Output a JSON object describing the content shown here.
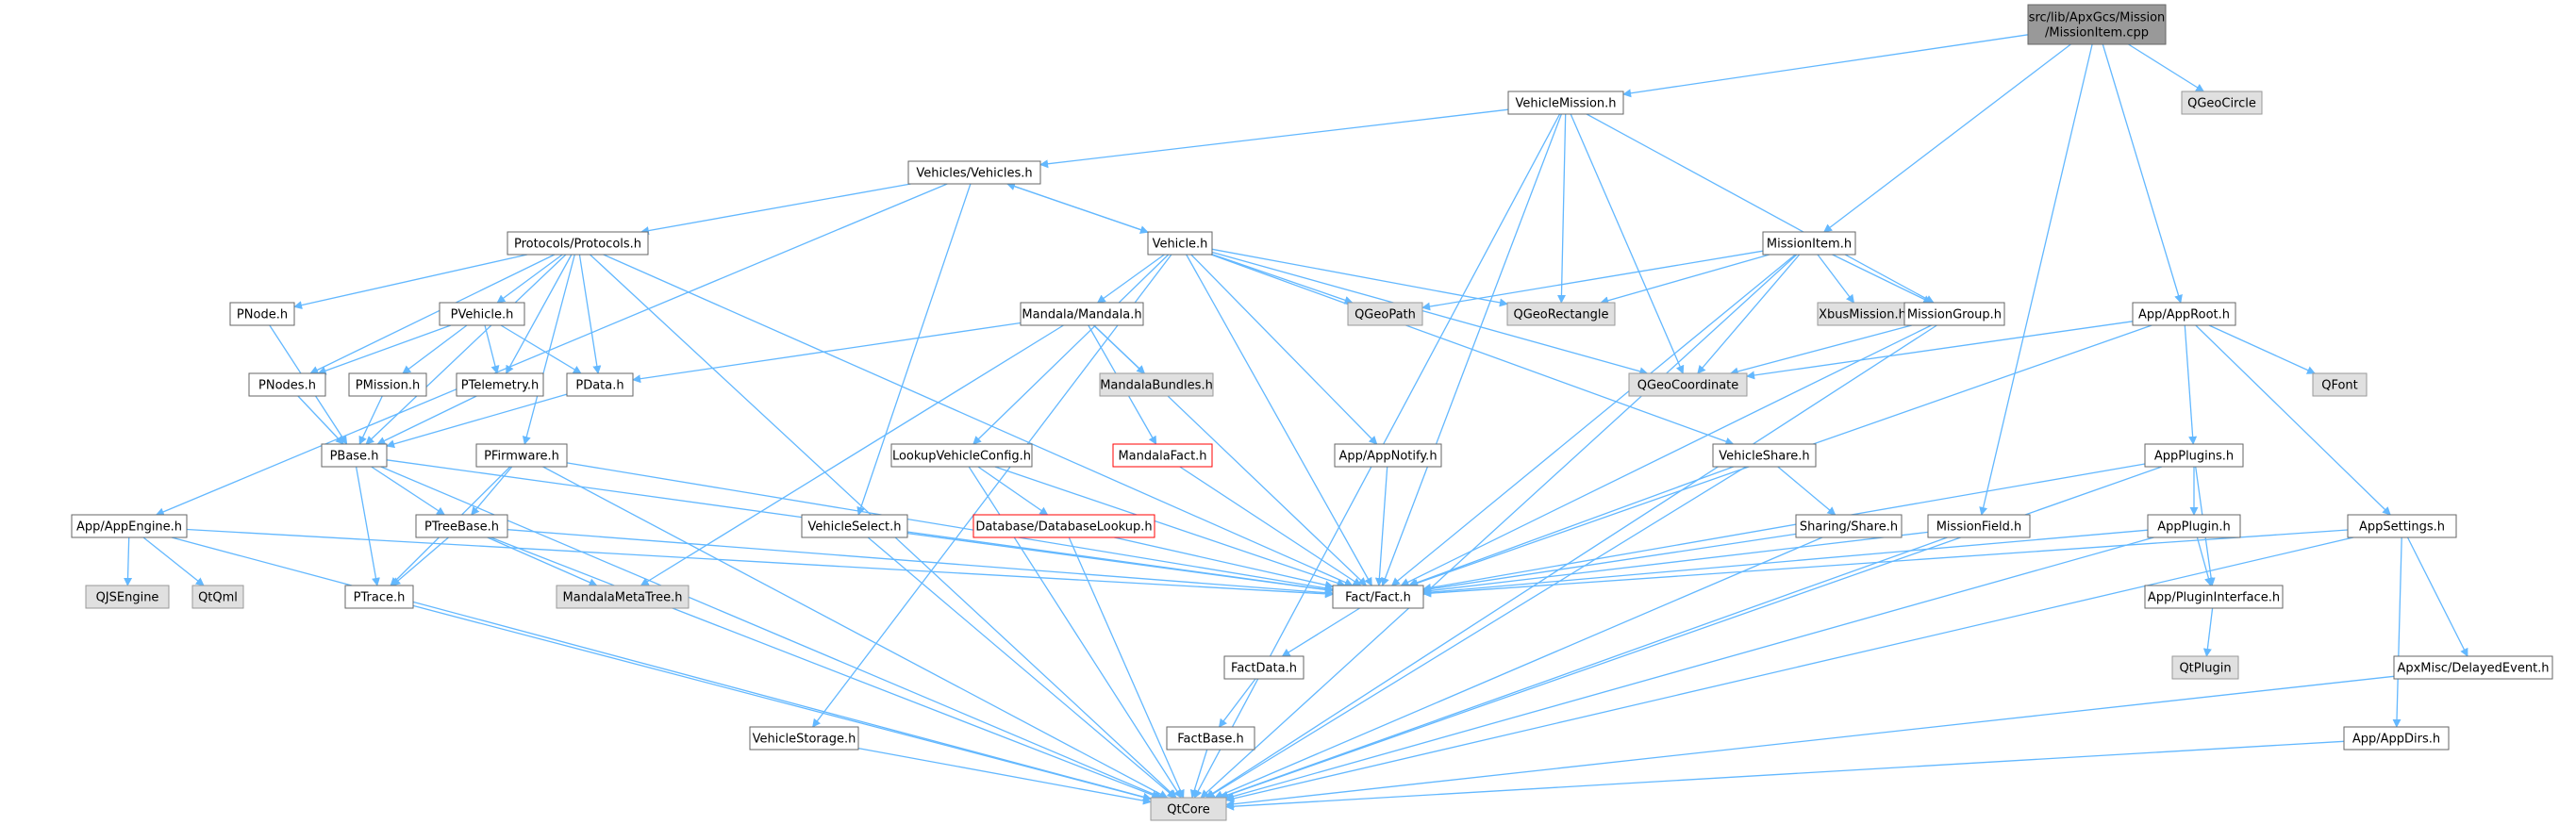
{
  "graph": {
    "colors": {
      "edge": "#63b8ff",
      "root_fill": "#999999",
      "node_fill": "#ffffff",
      "node_border": "#666666",
      "external_fill": "#e0e0e0",
      "external_border": "#999999",
      "missing_border": "#ff0000"
    },
    "nodes": [
      {
        "id": "root",
        "lines": [
          "src/lib/ApxGcs/Mission",
          "/MissionItem.cpp"
        ],
        "kind": "root"
      },
      {
        "id": "vehiclemission",
        "lines": [
          "VehicleMission.h"
        ],
        "kind": "normal"
      },
      {
        "id": "qgeocircle",
        "lines": [
          "QGeoCircle"
        ],
        "kind": "external"
      },
      {
        "id": "vehicles",
        "lines": [
          "Vehicles/Vehicles.h"
        ],
        "kind": "normal"
      },
      {
        "id": "protocols",
        "lines": [
          "Protocols/Protocols.h"
        ],
        "kind": "normal"
      },
      {
        "id": "vehicle",
        "lines": [
          "Vehicle.h"
        ],
        "kind": "normal"
      },
      {
        "id": "missionitem",
        "lines": [
          "MissionItem.h"
        ],
        "kind": "normal"
      },
      {
        "id": "pnode",
        "lines": [
          "PNode.h"
        ],
        "kind": "normal"
      },
      {
        "id": "pvehicle",
        "lines": [
          "PVehicle.h"
        ],
        "kind": "normal"
      },
      {
        "id": "mandala",
        "lines": [
          "Mandala/Mandala.h"
        ],
        "kind": "normal"
      },
      {
        "id": "qgeopath",
        "lines": [
          "QGeoPath"
        ],
        "kind": "external"
      },
      {
        "id": "qgeorectangle",
        "lines": [
          "QGeoRectangle"
        ],
        "kind": "external"
      },
      {
        "id": "xbusmission",
        "lines": [
          "XbusMission.h"
        ],
        "kind": "external"
      },
      {
        "id": "missiongroup",
        "lines": [
          "MissionGroup.h"
        ],
        "kind": "normal"
      },
      {
        "id": "approot",
        "lines": [
          "App/AppRoot.h"
        ],
        "kind": "normal"
      },
      {
        "id": "pnodes",
        "lines": [
          "PNodes.h"
        ],
        "kind": "normal"
      },
      {
        "id": "pmission",
        "lines": [
          "PMission.h"
        ],
        "kind": "normal"
      },
      {
        "id": "ptelemetry",
        "lines": [
          "PTelemetry.h"
        ],
        "kind": "normal"
      },
      {
        "id": "pdata",
        "lines": [
          "PData.h"
        ],
        "kind": "normal"
      },
      {
        "id": "mandalabundles",
        "lines": [
          "MandalaBundles.h"
        ],
        "kind": "external"
      },
      {
        "id": "qgeocoordinate",
        "lines": [
          "QGeoCoordinate"
        ],
        "kind": "external"
      },
      {
        "id": "qfont",
        "lines": [
          "QFont"
        ],
        "kind": "external"
      },
      {
        "id": "pbase",
        "lines": [
          "PBase.h"
        ],
        "kind": "normal"
      },
      {
        "id": "mandalafact",
        "lines": [
          "MandalaFact.h"
        ],
        "kind": "missing"
      },
      {
        "id": "lookupvehicleconfig",
        "lines": [
          "LookupVehicleConfig.h"
        ],
        "kind": "normal"
      },
      {
        "id": "pfirmware",
        "lines": [
          "PFirmware.h"
        ],
        "kind": "normal"
      },
      {
        "id": "appnotify",
        "lines": [
          "App/AppNotify.h"
        ],
        "kind": "normal"
      },
      {
        "id": "vehicleshare",
        "lines": [
          "VehicleShare.h"
        ],
        "kind": "normal"
      },
      {
        "id": "appplugins",
        "lines": [
          "AppPlugins.h"
        ],
        "kind": "normal"
      },
      {
        "id": "appengine",
        "lines": [
          "App/AppEngine.h"
        ],
        "kind": "normal"
      },
      {
        "id": "ptreebase",
        "lines": [
          "PTreeBase.h"
        ],
        "kind": "normal"
      },
      {
        "id": "vehicleselect",
        "lines": [
          "VehicleSelect.h"
        ],
        "kind": "normal"
      },
      {
        "id": "databaselookup",
        "lines": [
          "Database/DatabaseLookup.h"
        ],
        "kind": "missing"
      },
      {
        "id": "sharingshare",
        "lines": [
          "Sharing/Share.h"
        ],
        "kind": "normal"
      },
      {
        "id": "missionfield",
        "lines": [
          "MissionField.h"
        ],
        "kind": "normal"
      },
      {
        "id": "appplugin",
        "lines": [
          "AppPlugin.h"
        ],
        "kind": "normal"
      },
      {
        "id": "appsettings",
        "lines": [
          "AppSettings.h"
        ],
        "kind": "normal"
      },
      {
        "id": "qjsengine",
        "lines": [
          "QJSEngine"
        ],
        "kind": "external"
      },
      {
        "id": "qtqml",
        "lines": [
          "QtQml"
        ],
        "kind": "external"
      },
      {
        "id": "ptrace",
        "lines": [
          "PTrace.h"
        ],
        "kind": "normal"
      },
      {
        "id": "mandalametatree",
        "lines": [
          "MandalaMetaTree.h"
        ],
        "kind": "external"
      },
      {
        "id": "fact",
        "lines": [
          "Fact/Fact.h"
        ],
        "kind": "normal"
      },
      {
        "id": "apppluginiface",
        "lines": [
          "App/PluginInterface.h"
        ],
        "kind": "normal"
      },
      {
        "id": "factdata",
        "lines": [
          "FactData.h"
        ],
        "kind": "normal"
      },
      {
        "id": "qtplugin",
        "lines": [
          "QtPlugin"
        ],
        "kind": "external"
      },
      {
        "id": "apxmiscdelayed",
        "lines": [
          "ApxMisc/DelayedEvent.h"
        ],
        "kind": "normal"
      },
      {
        "id": "vehiclestorage",
        "lines": [
          "VehicleStorage.h"
        ],
        "kind": "normal"
      },
      {
        "id": "factbase",
        "lines": [
          "FactBase.h"
        ],
        "kind": "normal"
      },
      {
        "id": "appdirs",
        "lines": [
          "App/AppDirs.h"
        ],
        "kind": "normal"
      },
      {
        "id": "qtcore",
        "lines": [
          "QtCore"
        ],
        "kind": "external"
      }
    ],
    "edges": [
      [
        "root",
        "vehiclemission"
      ],
      [
        "root",
        "qgeocircle"
      ],
      [
        "root",
        "missionitem"
      ],
      [
        "root",
        "approot"
      ],
      [
        "root",
        "missionfield"
      ],
      [
        "vehiclemission",
        "vehicles"
      ],
      [
        "vehiclemission",
        "qtcore"
      ],
      [
        "vehiclemission",
        "fact"
      ],
      [
        "vehiclemission",
        "qgeorectangle"
      ],
      [
        "vehiclemission",
        "qgeocoordinate"
      ],
      [
        "vehiclemission",
        "missiongroup"
      ],
      [
        "vehicles",
        "protocols"
      ],
      [
        "vehicles",
        "vehicle"
      ],
      [
        "vehicles",
        "appengine"
      ],
      [
        "vehicles",
        "vehicleselect"
      ],
      [
        "vehicle",
        "vehicles"
      ],
      [
        "protocols",
        "pnode"
      ],
      [
        "protocols",
        "pvehicle"
      ],
      [
        "protocols",
        "pnodes"
      ],
      [
        "protocols",
        "ptelemetry"
      ],
      [
        "protocols",
        "pdata"
      ],
      [
        "protocols",
        "pbase"
      ],
      [
        "protocols",
        "pfirmware"
      ],
      [
        "protocols",
        "fact"
      ],
      [
        "protocols",
        "qtcore"
      ],
      [
        "pnode",
        "pbase"
      ],
      [
        "pvehicle",
        "pnodes"
      ],
      [
        "pvehicle",
        "pmission"
      ],
      [
        "pvehicle",
        "ptelemetry"
      ],
      [
        "pvehicle",
        "pdata"
      ],
      [
        "pnodes",
        "pbase"
      ],
      [
        "pmission",
        "pbase"
      ],
      [
        "ptelemetry",
        "pbase"
      ],
      [
        "pdata",
        "pbase"
      ],
      [
        "pbase",
        "ptreebase"
      ],
      [
        "pbase",
        "ptrace"
      ],
      [
        "pbase",
        "fact"
      ],
      [
        "pbase",
        "qtcore"
      ],
      [
        "pfirmware",
        "ptreebase"
      ],
      [
        "pfirmware",
        "ptrace"
      ],
      [
        "pfirmware",
        "fact"
      ],
      [
        "pfirmware",
        "qtcore"
      ],
      [
        "ptreebase",
        "ptrace"
      ],
      [
        "ptreebase",
        "mandalametatree"
      ],
      [
        "ptreebase",
        "fact"
      ],
      [
        "ptreebase",
        "qtcore"
      ],
      [
        "ptrace",
        "qtcore"
      ],
      [
        "vehicle",
        "mandala"
      ],
      [
        "vehicle",
        "qgeopath"
      ],
      [
        "vehicle",
        "qgeorectangle"
      ],
      [
        "vehicle",
        "qgeocoordinate"
      ],
      [
        "vehicle",
        "lookupvehicleconfig"
      ],
      [
        "vehicle",
        "appnotify"
      ],
      [
        "vehicle",
        "vehicleshare"
      ],
      [
        "vehicle",
        "vehiclestorage"
      ],
      [
        "vehicle",
        "fact"
      ],
      [
        "mandala",
        "pdata"
      ],
      [
        "mandala",
        "mandalabundles"
      ],
      [
        "mandala",
        "mandalafact"
      ],
      [
        "mandala",
        "mandalametatree"
      ],
      [
        "mandala",
        "fact"
      ],
      [
        "mandalafact",
        "fact"
      ],
      [
        "lookupvehicleconfig",
        "databaselookup"
      ],
      [
        "lookupvehicleconfig",
        "fact"
      ],
      [
        "lookupvehicleconfig",
        "qtcore"
      ],
      [
        "databaselookup",
        "fact"
      ],
      [
        "databaselookup",
        "qtcore"
      ],
      [
        "appnotify",
        "fact"
      ],
      [
        "vehicleshare",
        "sharingshare"
      ],
      [
        "vehicleshare",
        "fact"
      ],
      [
        "vehicleshare",
        "qtcore"
      ],
      [
        "sharingshare",
        "fact"
      ],
      [
        "sharingshare",
        "qtcore"
      ],
      [
        "vehicleselect",
        "fact"
      ],
      [
        "vehicleselect",
        "qtcore"
      ],
      [
        "vehiclestorage",
        "qtcore"
      ],
      [
        "appengine",
        "qjsengine"
      ],
      [
        "appengine",
        "qtqml"
      ],
      [
        "appengine",
        "fact"
      ],
      [
        "appengine",
        "qtcore"
      ],
      [
        "missionitem",
        "qgeopath"
      ],
      [
        "missionitem",
        "qgeorectangle"
      ],
      [
        "missionitem",
        "xbusmission"
      ],
      [
        "missionitem",
        "missiongroup"
      ],
      [
        "missionitem",
        "qgeocoordinate"
      ],
      [
        "missionitem",
        "fact"
      ],
      [
        "missionitem",
        "qtcore"
      ],
      [
        "missiongroup",
        "qgeocoordinate"
      ],
      [
        "missiongroup",
        "fact"
      ],
      [
        "missiongroup",
        "qtcore"
      ],
      [
        "approot",
        "qgeocoordinate"
      ],
      [
        "approot",
        "qfont"
      ],
      [
        "approot",
        "appplugins"
      ],
      [
        "approot",
        "appsettings"
      ],
      [
        "approot",
        "fact"
      ],
      [
        "appplugins",
        "appplugin"
      ],
      [
        "appplugins",
        "apppluginiface"
      ],
      [
        "appplugins",
        "fact"
      ],
      [
        "appplugins",
        "qtcore"
      ],
      [
        "appplugin",
        "apppluginiface"
      ],
      [
        "appplugin",
        "fact"
      ],
      [
        "appplugin",
        "qtcore"
      ],
      [
        "apppluginiface",
        "qtplugin"
      ],
      [
        "appsettings",
        "appdirs"
      ],
      [
        "appsettings",
        "apxmiscdelayed"
      ],
      [
        "appsettings",
        "fact"
      ],
      [
        "appsettings",
        "qtcore"
      ],
      [
        "apxmiscdelayed",
        "qtcore"
      ],
      [
        "appdirs",
        "qtcore"
      ],
      [
        "missionfield",
        "fact"
      ],
      [
        "missionfield",
        "qtcore"
      ],
      [
        "fact",
        "factdata"
      ],
      [
        "factdata",
        "factbase"
      ],
      [
        "factbase",
        "qtcore"
      ]
    ]
  }
}
